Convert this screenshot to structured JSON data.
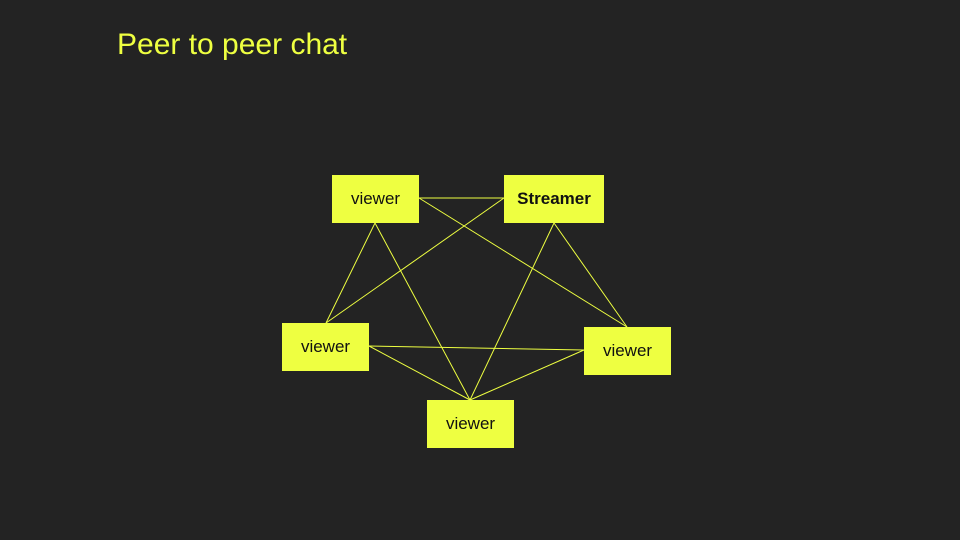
{
  "title": "Peer to peer chat",
  "colors": {
    "background": "#232323",
    "accent": "#eeff41",
    "node_text": "#111111"
  },
  "nodes": [
    {
      "id": "viewer-top",
      "label": "viewer",
      "bold": false
    },
    {
      "id": "streamer",
      "label": "Streamer",
      "bold": true
    },
    {
      "id": "viewer-left",
      "label": "viewer",
      "bold": false
    },
    {
      "id": "viewer-right",
      "label": "viewer",
      "bold": false
    },
    {
      "id": "viewer-bottom",
      "label": "viewer",
      "bold": false
    }
  ],
  "edges": [
    {
      "from": "viewer-top",
      "to": "streamer"
    },
    {
      "from": "viewer-top",
      "to": "viewer-left"
    },
    {
      "from": "viewer-top",
      "to": "viewer-bottom"
    },
    {
      "from": "viewer-top",
      "to": "viewer-right"
    },
    {
      "from": "streamer",
      "to": "viewer-left"
    },
    {
      "from": "streamer",
      "to": "viewer-bottom"
    },
    {
      "from": "streamer",
      "to": "viewer-right"
    },
    {
      "from": "viewer-left",
      "to": "viewer-right"
    },
    {
      "from": "viewer-left",
      "to": "viewer-bottom"
    },
    {
      "from": "viewer-right",
      "to": "viewer-bottom"
    }
  ]
}
